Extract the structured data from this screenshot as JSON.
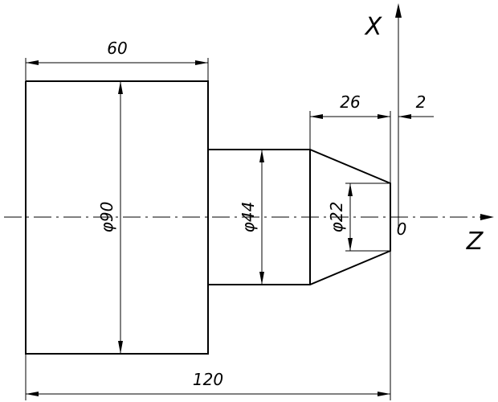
{
  "dimensions": {
    "width_60": "60",
    "width_26": "26",
    "width_2": "2",
    "width_120": "120",
    "dia_90": "φ90",
    "dia_44": "φ44",
    "dia_22": "φ22"
  },
  "axes": {
    "x_label": "X",
    "z_label": "Z",
    "origin_label": "0"
  }
}
